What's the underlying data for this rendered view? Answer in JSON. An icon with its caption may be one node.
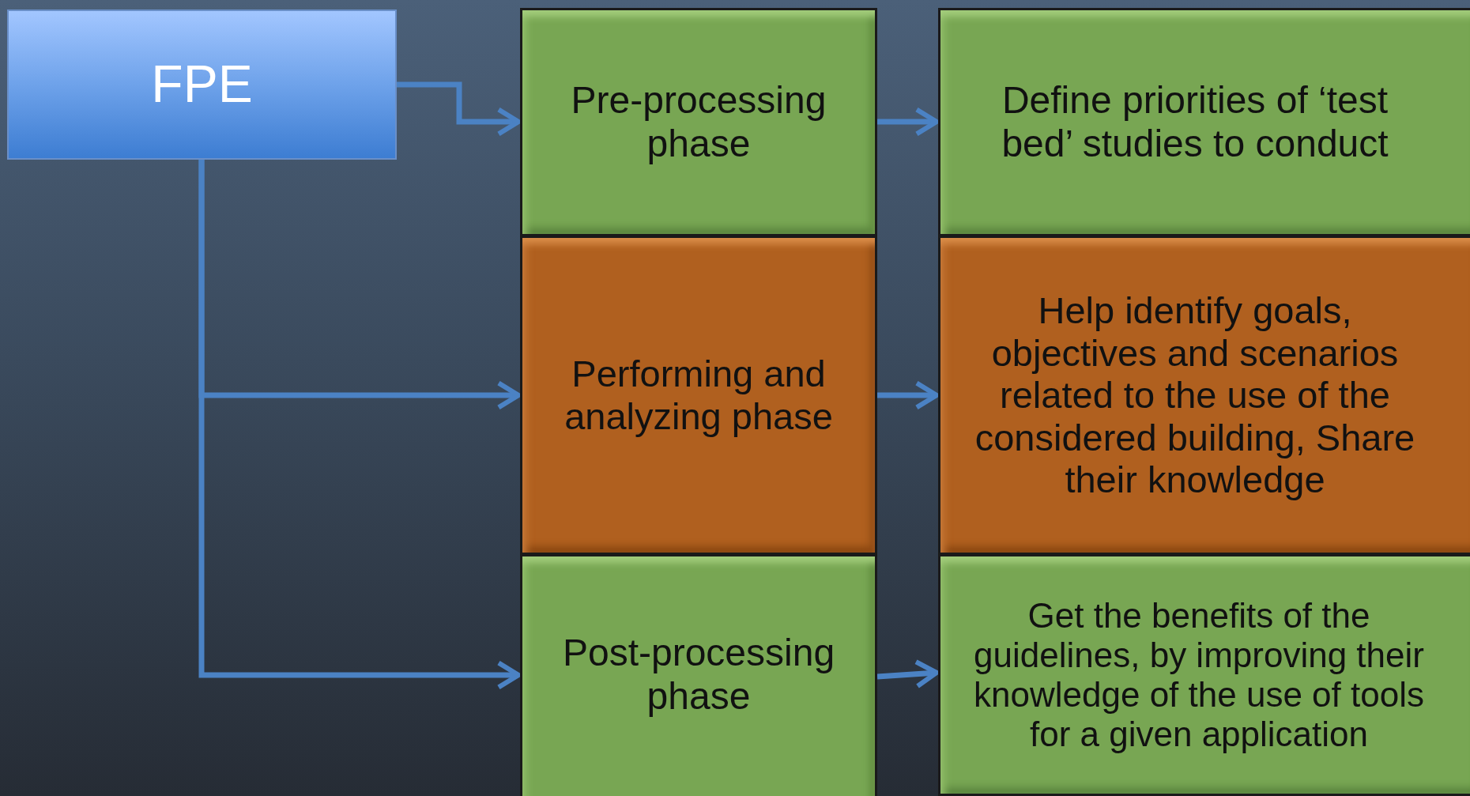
{
  "diagram": {
    "nodes": [
      {
        "text": [
          "FPE"
        ]
      },
      {
        "text": [
          "Pre-processing phase"
        ]
      },
      {
        "text": [
          "Define priorities of ‘test bed’ studies to conduct"
        ]
      },
      {
        "text": [
          "Performing and analyzing  phase"
        ]
      },
      {
        "text": [
          "Help identify goals, objectives and scenarios related to the use of the considered building, Share their knowledge"
        ]
      },
      {
        "text": [
          "Post-processing phase"
        ]
      },
      {
        "text": [
          "Get the benefits of the guidelines, by improving their knowledge of the use of tools for a given application"
        ]
      }
    ],
    "edges": [
      {
        "from": 0,
        "to": 1,
        "arrow": "to"
      },
      {
        "from": 0,
        "to": 3,
        "arrow": "to"
      },
      {
        "from": 0,
        "to": 5,
        "arrow": "to"
      },
      {
        "from": 1,
        "to": 2,
        "arrow": "to"
      },
      {
        "from": 3,
        "to": 4,
        "arrow": "to"
      },
      {
        "from": 5,
        "to": 6,
        "arrow": "to"
      }
    ]
  }
}
